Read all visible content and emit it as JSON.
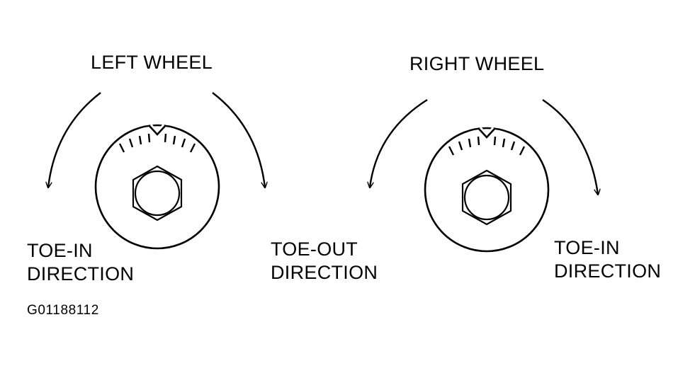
{
  "left_wheel": {
    "title": "LEFT WHEEL",
    "left_label": [
      "TOE-IN",
      "DIRECTION"
    ],
    "right_label": [
      "TOE-OUT",
      "DIRECTION"
    ]
  },
  "right_wheel": {
    "title": "RIGHT WHEEL",
    "right_label": [
      "TOE-IN",
      "DIRECTION"
    ]
  },
  "figure_code": "G01188112"
}
